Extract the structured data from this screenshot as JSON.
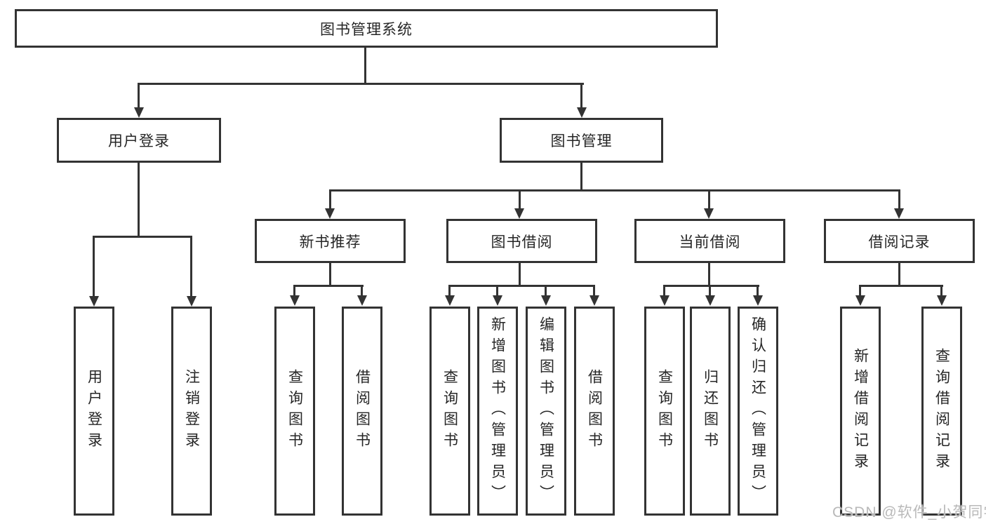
{
  "diagram": {
    "colors": {
      "line": "#333333",
      "text": "#262626",
      "background": "#ffffff",
      "watermark": "#b9b9b9"
    },
    "watermark": "CSDN @软件_小贺同学",
    "tree": {
      "root": {
        "label": "图书管理系统",
        "children": [
          {
            "label": "用户登录",
            "children": [
              {
                "label": "用户登录"
              },
              {
                "label": "注销登录"
              }
            ]
          },
          {
            "label": "图书管理",
            "children": [
              {
                "label": "新书推荐",
                "children": [
                  {
                    "label": "查询图书"
                  },
                  {
                    "label": "借阅图书"
                  }
                ]
              },
              {
                "label": "图书借阅",
                "children": [
                  {
                    "label": "查询图书"
                  },
                  {
                    "label": "新增图书（管理员）"
                  },
                  {
                    "label": "编辑图书（管理员）"
                  },
                  {
                    "label": "借阅图书"
                  }
                ]
              },
              {
                "label": "当前借阅",
                "children": [
                  {
                    "label": "查询图书"
                  },
                  {
                    "label": "归还图书"
                  },
                  {
                    "label": "确认归还（管理员）"
                  }
                ]
              },
              {
                "label": "借阅记录",
                "children": [
                  {
                    "label": "新增借阅记录"
                  },
                  {
                    "label": "查询借阅记录"
                  }
                ]
              }
            ]
          }
        ]
      }
    }
  }
}
